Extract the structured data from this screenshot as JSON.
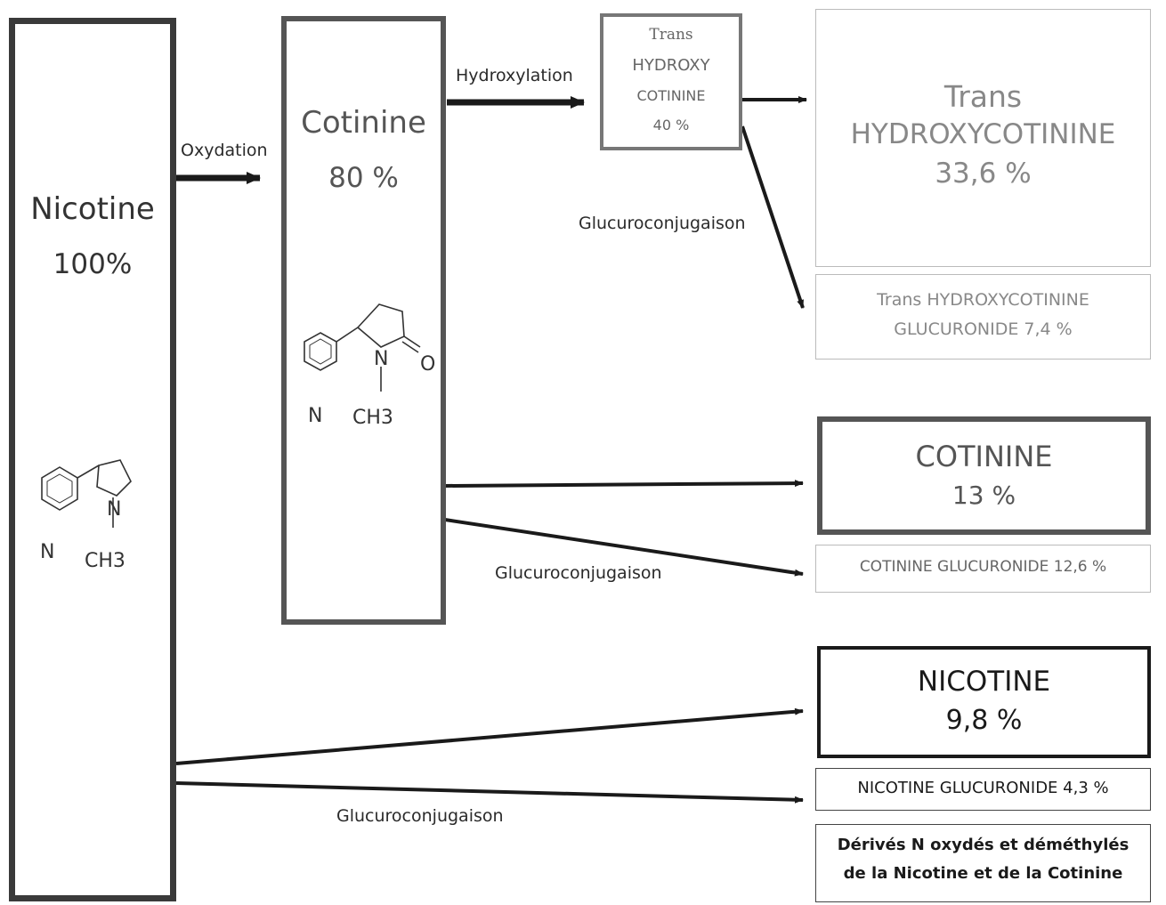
{
  "nicotine": {
    "name": "Nicotine",
    "percent": "100%"
  },
  "cotinine": {
    "name": "Cotinine",
    "percent": "80 %"
  },
  "trans_hc_small": {
    "line1": "Trans",
    "line2": "HYDROXY",
    "line3": "COTININE",
    "line4": "40 %"
  },
  "edges": {
    "oxydation": "Oxydation",
    "hydroxylation": "Hydroxylation",
    "gluco_top": "Glucuroconjugaison",
    "gluco_mid": "Glucuroconjugaison",
    "gluco_bottom": "Glucuroconjugaison"
  },
  "results": {
    "trans_hc": {
      "line1": "Trans",
      "line2": "HYDROXYCOTININE",
      "line3": "33,6 %"
    },
    "trans_hc_gluc": {
      "line1": "Trans HYDROXYCOTININE",
      "line2": "GLUCURONIDE 7,4 %"
    },
    "cotinine": {
      "line1": "COTININE",
      "line2": "13 %"
    },
    "cotinine_gluc": {
      "line1": "COTININE GLUCURONIDE 12,6 %"
    },
    "nicotine": {
      "line1": "NICOTINE",
      "line2": "9,8 %"
    },
    "nicotine_gluc": {
      "line1": "NICOTINE GLUCURONIDE 4,3 %"
    },
    "derives": {
      "line1": "Dérivés N oxydés et déméthylés",
      "line2": "de la Nicotine et de la Cotinine"
    }
  },
  "molecules": {
    "nicotine": {
      "n_ring": "N",
      "n_pyrrolidine": "N",
      "methyl": "CH3"
    },
    "cotinine": {
      "n_ring": "N",
      "n_pyrrolidine": "N",
      "methyl": "CH3",
      "oxygen": "O"
    }
  }
}
